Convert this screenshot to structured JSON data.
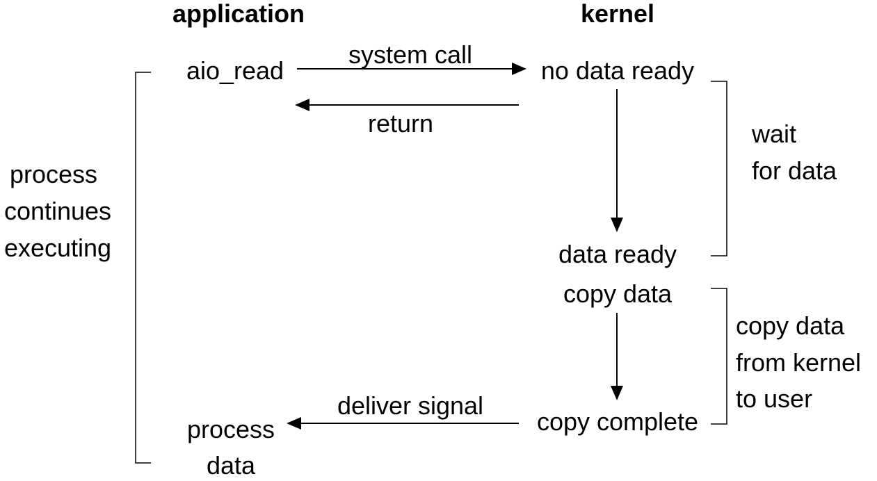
{
  "headings": {
    "application": "application",
    "kernel": "kernel"
  },
  "application": {
    "aio_read": "aio_read",
    "process": "process",
    "data": "data"
  },
  "kernel": {
    "no_data_ready": "no data ready",
    "data_ready": "data ready",
    "copy_data": "copy data",
    "copy_complete": "copy complete"
  },
  "arrows": {
    "system_call": "system call",
    "return": "return",
    "deliver_signal": "deliver signal"
  },
  "left_bracket": {
    "line1": "process",
    "line2": "continues",
    "line3": "executing"
  },
  "wait_bracket": {
    "line1": "wait",
    "line2": "for data"
  },
  "copy_bracket": {
    "line1": "copy data",
    "line2": "from kernel",
    "line3": "to user"
  }
}
